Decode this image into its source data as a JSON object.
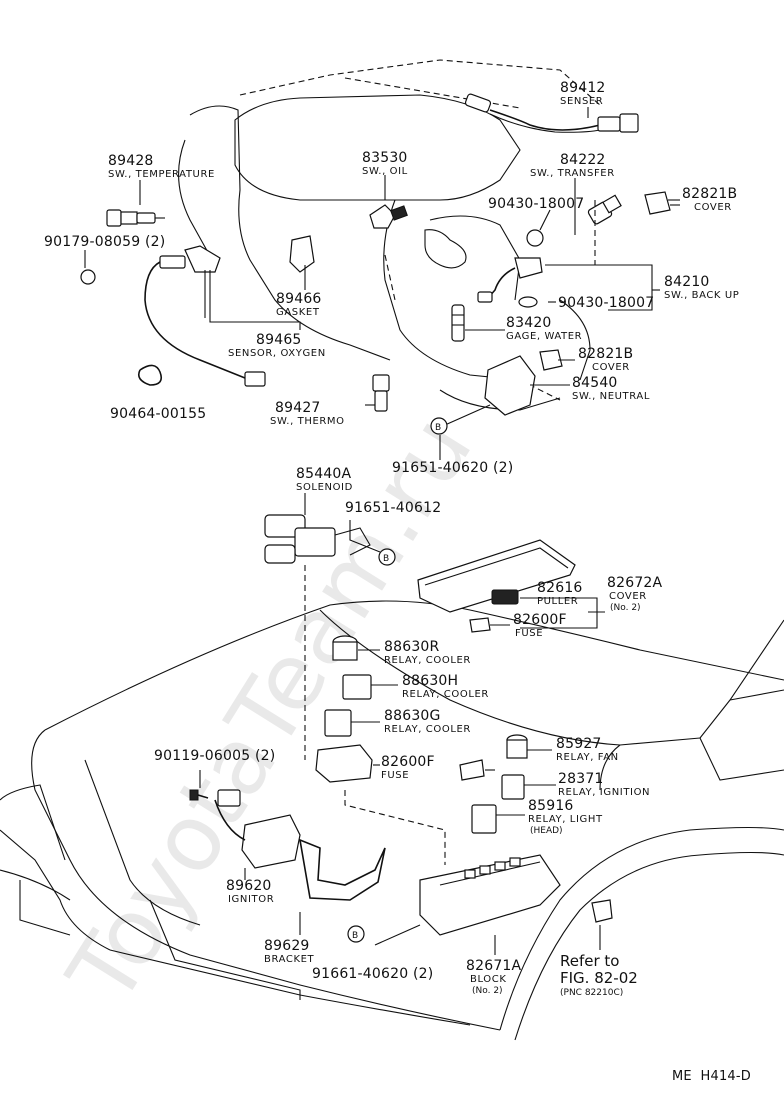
{
  "watermark": "ToyotaTeam.ru",
  "diagram_code": "ME  H414-D",
  "refer": {
    "line1": "Refer to",
    "line2": "FIG. 82-02",
    "line3": "(PNC 82210C)"
  },
  "parts": [
    {
      "num": "89412",
      "name": "SENSER"
    },
    {
      "num": "89428",
      "name": "SW., TEMPERATURE"
    },
    {
      "num": "83530",
      "name": "SW., OIL"
    },
    {
      "num": "84222",
      "name": "SW., TRANSFER"
    },
    {
      "num": "82821B",
      "name": "COVER"
    },
    {
      "num": "90430-18007",
      "name": ""
    },
    {
      "num": "90179-08059 (2)",
      "name": ""
    },
    {
      "num": "84210",
      "name": "SW., BACK UP"
    },
    {
      "num": "90430-18007",
      "name": ""
    },
    {
      "num": "89466",
      "name": "GASKET"
    },
    {
      "num": "83420",
      "name": "GAGE, WATER"
    },
    {
      "num": "89465",
      "name": "SENSOR, OXYGEN"
    },
    {
      "num": "82821B",
      "name": "COVER"
    },
    {
      "num": "84540",
      "name": "SW., NEUTRAL"
    },
    {
      "num": "89427",
      "name": "SW., THERMO"
    },
    {
      "num": "90464-00155",
      "name": ""
    },
    {
      "num": "91651-40620 (2)",
      "name": ""
    },
    {
      "num": "85440A",
      "name": "SOLENOID"
    },
    {
      "num": "91651-40612",
      "name": ""
    },
    {
      "num": "82616",
      "name": "PULLER"
    },
    {
      "num": "82672A",
      "name": "COVER"
    },
    {
      "num": "82600F",
      "name": "FUSE"
    },
    {
      "num": "88630R",
      "name": "RELAY, COOLER"
    },
    {
      "num": "88630H",
      "name": "RELAY, COOLER"
    },
    {
      "num": "88630G",
      "name": "RELAY, COOLER"
    },
    {
      "num": "90119-06005 (2)",
      "name": ""
    },
    {
      "num": "85927",
      "name": "RELAY, FAN"
    },
    {
      "num": "82600F",
      "name": "FUSE"
    },
    {
      "num": "28371",
      "name": "RELAY, IGNITION"
    },
    {
      "num": "85916",
      "name": "RELAY, LIGHT"
    },
    {
      "num": "89620",
      "name": "IGNITOR"
    },
    {
      "num": "89629",
      "name": "BRACKET"
    },
    {
      "num": "91661-40620 (2)",
      "name": ""
    },
    {
      "num": "82671A",
      "name": "BLOCK"
    }
  ],
  "subnotes": {
    "cover_no2": "(No. 2)",
    "relay_head": "(HEAD)",
    "block_no2": "(No. 2)"
  },
  "markers": {
    "b": "B"
  }
}
